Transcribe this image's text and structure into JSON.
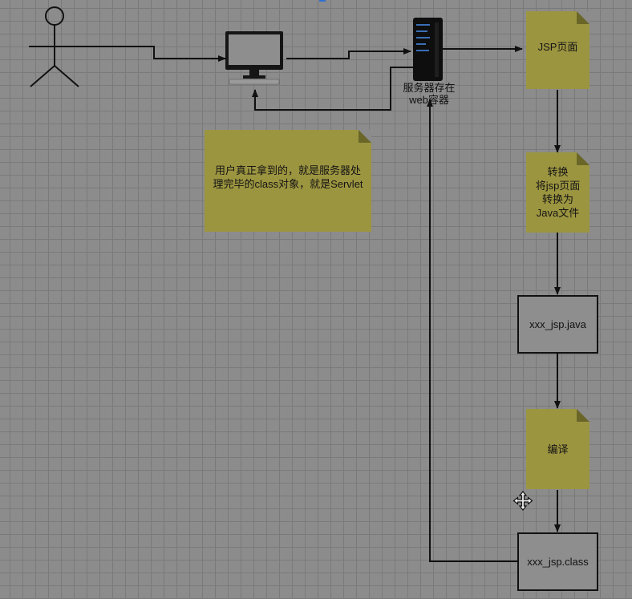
{
  "diagram": {
    "server_label": "服务器存在\nweb容器",
    "notes": {
      "jsp_page": "JSP页面",
      "convert": "转换\n将jsp页面\n转换为\nJava文件",
      "compile": "编译",
      "user_gets": "用户真正拿到的，就是服务器处\n理完毕的class对象，就是Servlet"
    },
    "boxes": {
      "java_file": "xxx_jsp.java",
      "class_file": "xxx_jsp.class"
    },
    "icons": [
      "user-stick-figure-icon",
      "desktop-computer-icon",
      "server-rack-icon",
      "move-cursor-icon"
    ],
    "colors": {
      "note_fill": "#9c9540",
      "background": "#8c8c8c",
      "line": "#111111"
    }
  }
}
